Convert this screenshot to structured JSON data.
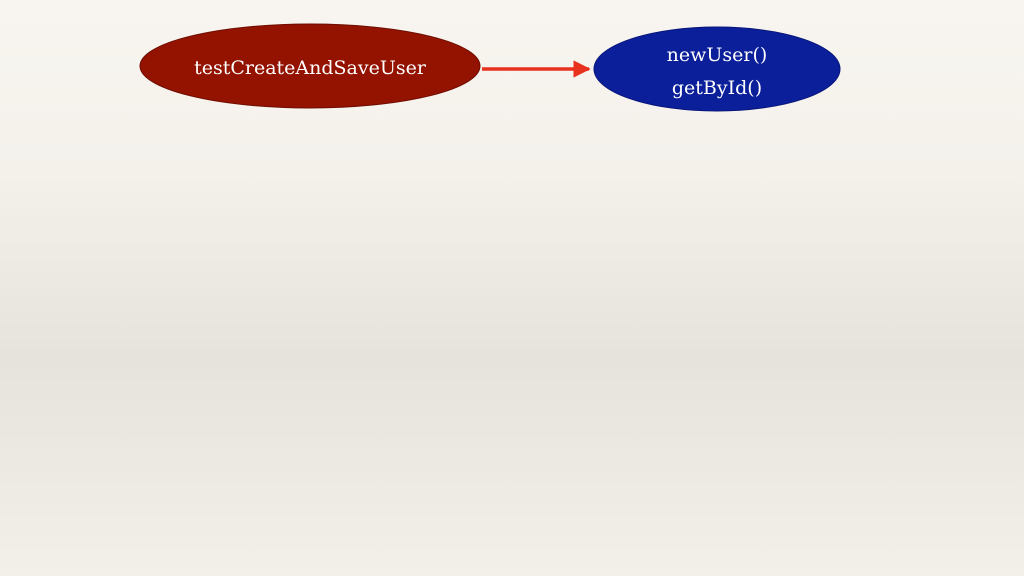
{
  "diagram": {
    "nodes": [
      {
        "id": "test-node",
        "lines": [
          "testCreateAndSaveUser"
        ],
        "fill": "#931200"
      },
      {
        "id": "method-node",
        "lines": [
          "newUser()",
          "getById()"
        ],
        "fill": "#0b1f9a"
      }
    ],
    "edges": [
      {
        "from": "test-node",
        "to": "method-node",
        "color": "#e8321f"
      }
    ]
  }
}
